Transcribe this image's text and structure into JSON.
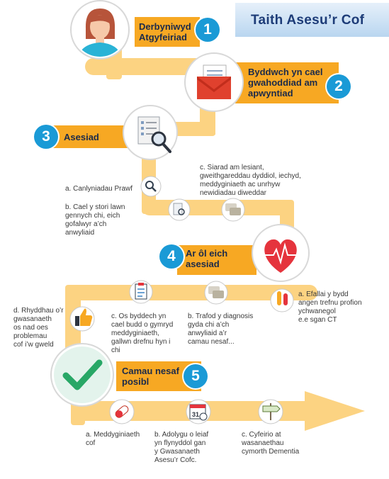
{
  "title": "Taith Asesu’r Cof",
  "colors": {
    "path": "#fcd382",
    "banner": "#f7a823",
    "number_badge": "#1a9ad6",
    "title_text": "#1d3c78",
    "arrow": "#fcd382"
  },
  "steps": [
    {
      "number": "1",
      "label": "Derbyniwyd\nAtgyfeiriad",
      "icon": "person-avatar-icon"
    },
    {
      "number": "2",
      "label": "Byddwch yn cael\ngwahoddiad am\napwyntiad",
      "icon": "envelope-icon"
    },
    {
      "number": "3",
      "label": "Asesiad",
      "icon": "document-magnifier-icon"
    },
    {
      "number": "4",
      "label": "Ar ôl eich\nasesiad",
      "icon": "heart-pulse-icon"
    },
    {
      "number": "5",
      "label": "Camau nesaf\nposibl",
      "icon": "checkmark-icon"
    }
  ],
  "assessment_notes": {
    "a": "a.   Canlyniadau Prawf",
    "b": "b.   Cael y stori lawn\n       gennych chi, eich\n       gofalwyr a’ch\n       anwyliaid",
    "c": "c.   Siarad am lesiant,\n       gweithgareddau dyddiol, iechyd,\n       meddyginiaeth ac unrhyw\n       newidiadau diweddar"
  },
  "after_notes": {
    "a": "a.   Efallai y bydd\n       angen trefnu profion\n       ychwanegol\n       e.e sgan CT",
    "b": "b.   Trafod y diagnosis\n       gyda chi a’ch\n       anwyliaid a’r\n       camau nesaf...",
    "c": "c.   Os byddech yn\n       cael budd o gymryd\n       meddyginiaeth,\n       gallwn drefnu hyn i\n       chi",
    "d": "d.   Rhyddhau o’r\n       gwasanaeth\n       os nad oes\n       problemau\n       cof i’w gweld"
  },
  "next_notes": {
    "a": "a.   Meddyginiaeth\n       cof",
    "b": "b.   Adolygu o leiaf\n       yn flynyddol gan\n       y Gwasanaeth\n       Asesu’r Cofc.",
    "c": "c.   Cyfeirio at\n       wasanaethau\n       cymorth Dementia"
  },
  "calendar_day": "31"
}
